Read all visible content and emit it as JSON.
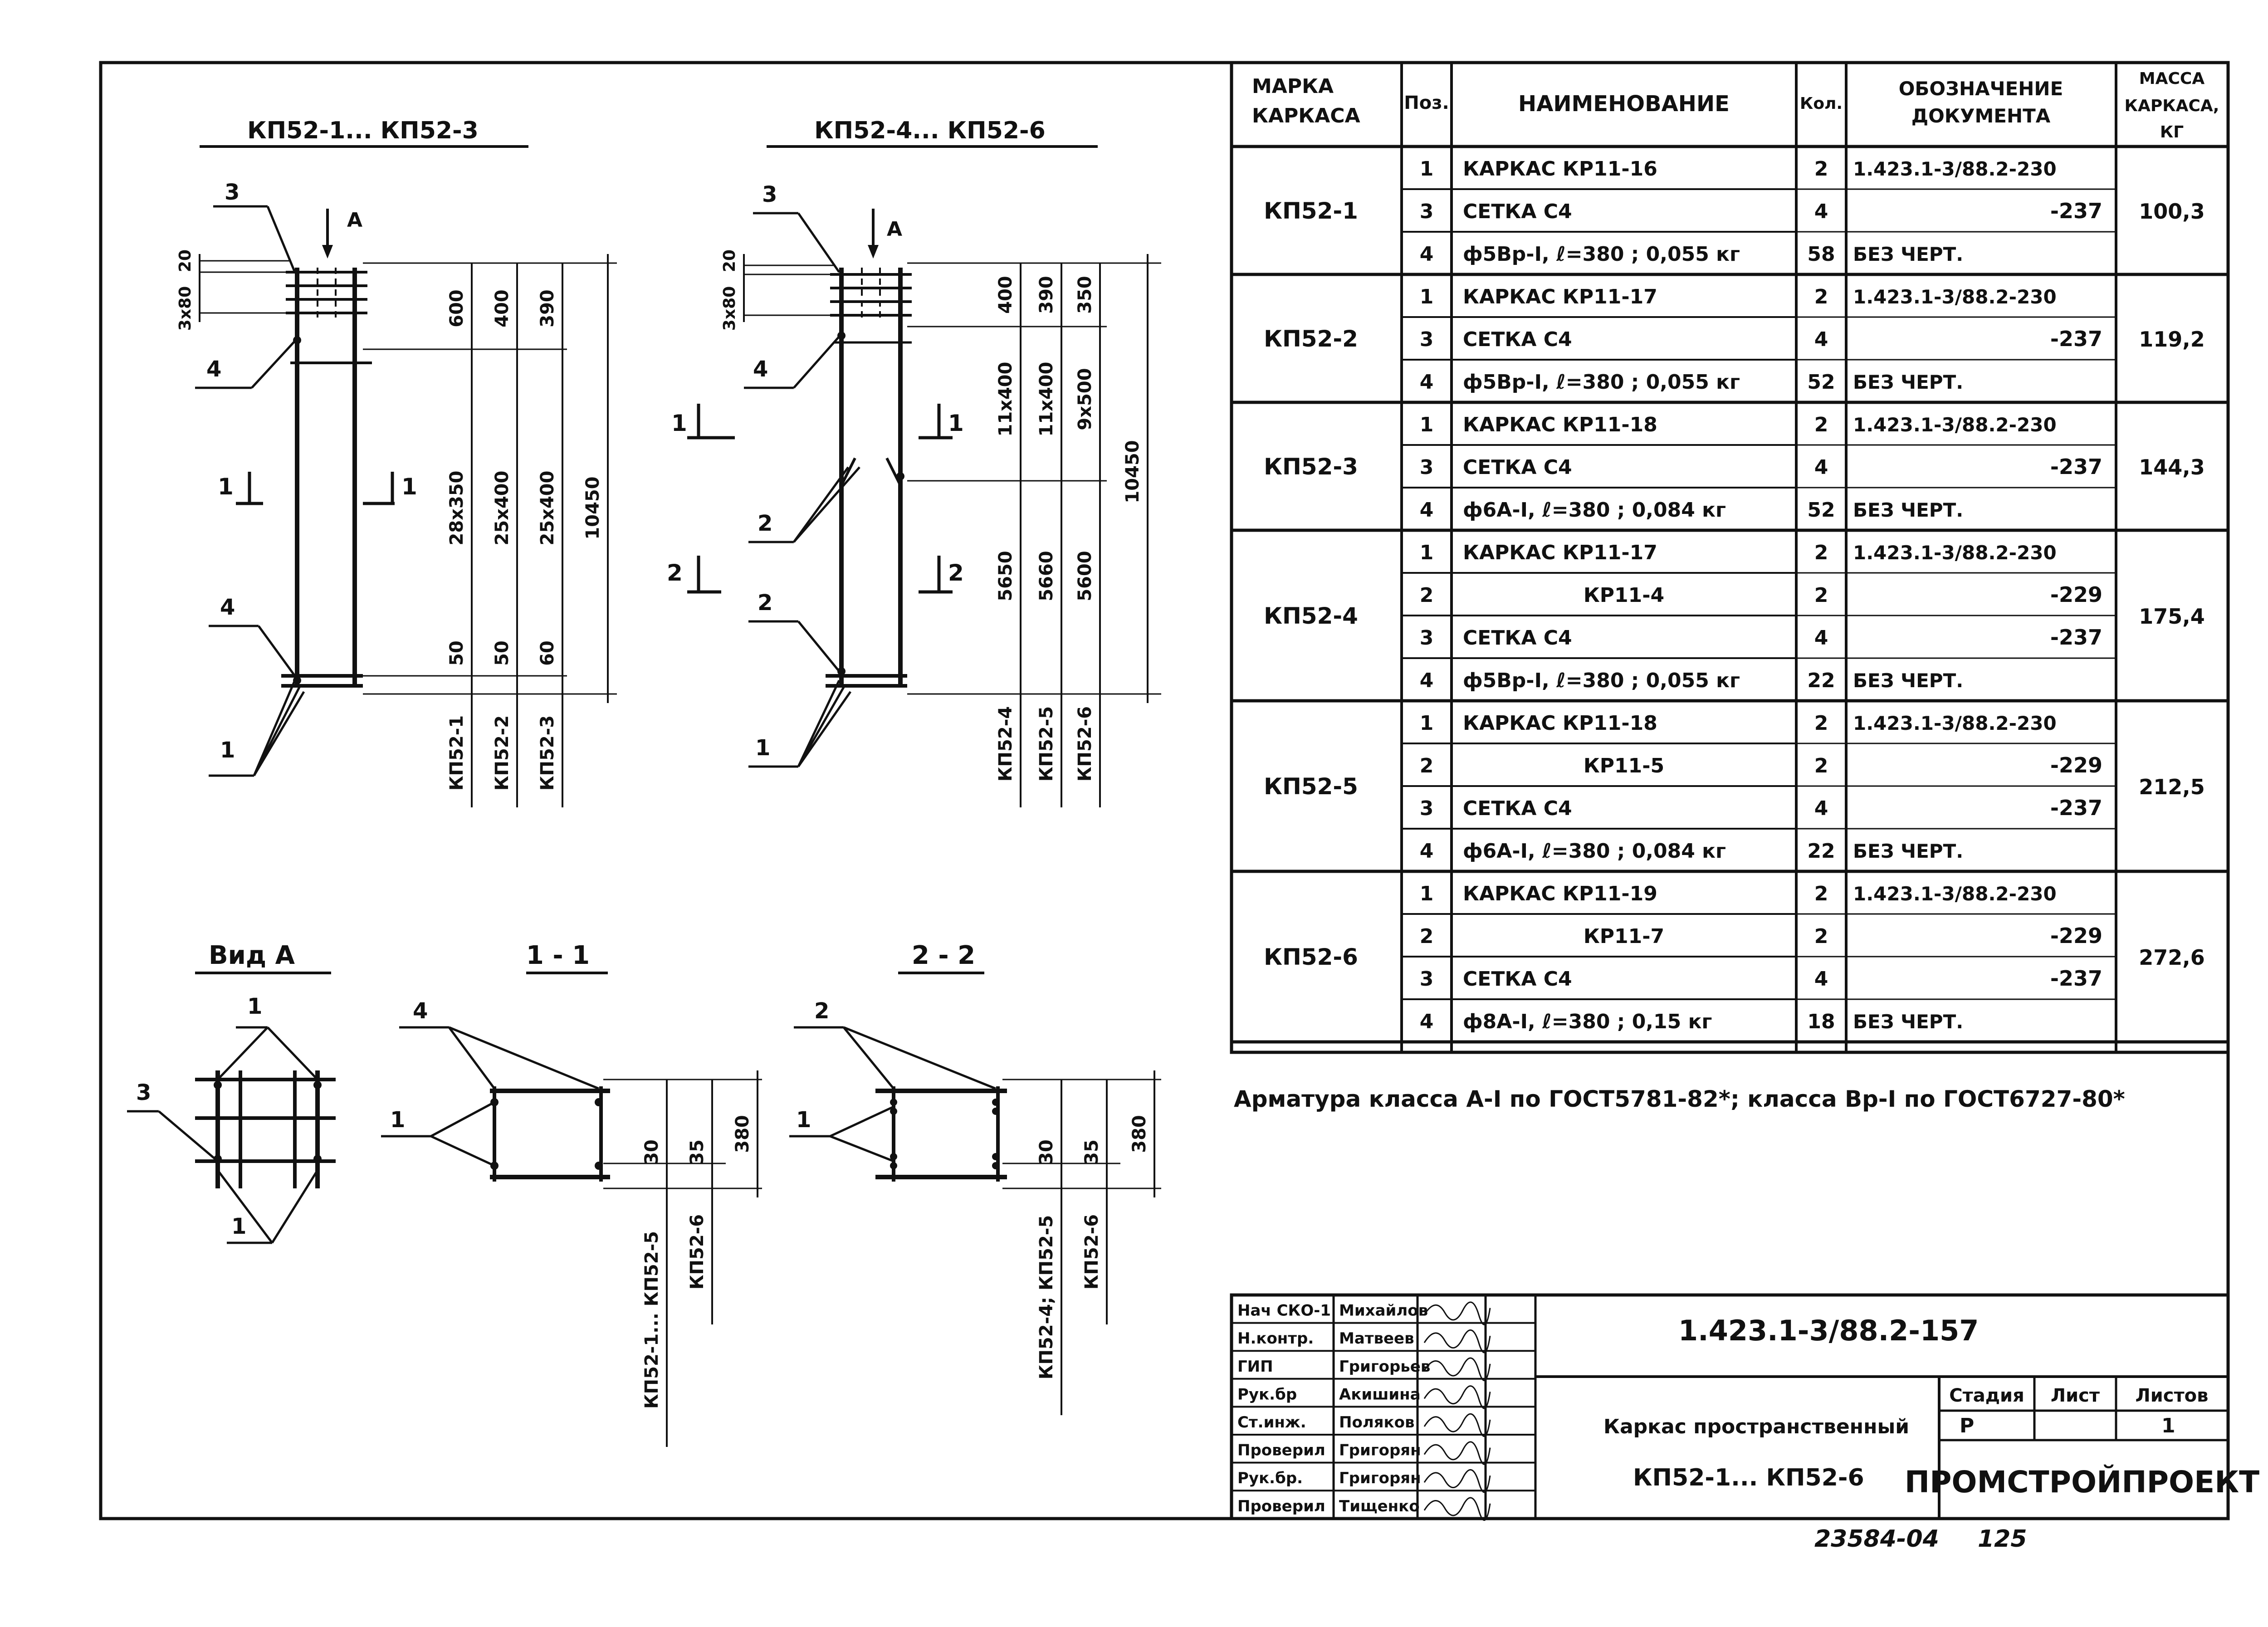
{
  "drawing_titles": {
    "left": "КП52-1... КП52-3",
    "middle": "КП52-4... КП52-6",
    "view_a": "Вид А",
    "section_1": "1 - 1",
    "section_2": "2 - 2"
  },
  "cage_left": {
    "top_dim_20": "20",
    "top_dim_3x80": "3х80",
    "callouts": [
      "3",
      "4",
      "4",
      "1"
    ],
    "arrow_a": "А",
    "section_marks": [
      "1",
      "1"
    ],
    "dims": {
      "col1": [
        "600",
        "28х350",
        "50"
      ],
      "col2": [
        "400",
        "25х400",
        "50"
      ],
      "col3": [
        "390",
        "25х400",
        "60"
      ],
      "total": "10450"
    },
    "marks": [
      "КП52-1",
      "КП52-2",
      "КП52-3"
    ]
  },
  "cage_middle": {
    "top_dim_20": "20",
    "top_dim_3x80": "3х80",
    "callouts": [
      "3",
      "4",
      "2",
      "2",
      "1"
    ],
    "arrow_a": "А",
    "section_marks": [
      "1",
      "1",
      "2",
      "2"
    ],
    "dims": {
      "col1": [
        "400",
        "11х400",
        "5650"
      ],
      "col2": [
        "390",
        "11х400",
        "5660"
      ],
      "col3": [
        "350",
        "9х500",
        "5600"
      ],
      "total": "10450"
    },
    "marks": [
      "КП52-4",
      "КП52-5",
      "КП52-6"
    ]
  },
  "view_a": {
    "callouts": [
      "1",
      "3",
      "1"
    ]
  },
  "section_1_1": {
    "callouts": [
      "4",
      "1"
    ],
    "dims": [
      "30",
      "35",
      "380"
    ],
    "marks": [
      "КП52-1... КП52-5",
      "КП52-6"
    ]
  },
  "section_2_2": {
    "callouts": [
      "2",
      "1"
    ],
    "dims": [
      "30",
      "35",
      "380"
    ],
    "marks": [
      "КП52-4; КП52-5",
      "КП52-6"
    ]
  },
  "spec_table": {
    "headers": {
      "mark": [
        "МАРКА",
        "КАРКАСА"
      ],
      "pos": "Поз.",
      "name": "НАИМЕНОВАНИЕ",
      "qty": "Кол.",
      "doc": [
        "ОБОЗНАЧЕНИЕ",
        "ДОКУМЕНТА"
      ],
      "mass": [
        "МАССА",
        "КАРКАСА,",
        "КГ"
      ]
    },
    "groups": [
      {
        "mark": "КП52-1",
        "mass": "100,3",
        "rows": [
          {
            "pos": "1",
            "name": "КАРКАС  КР11-16",
            "qty": "2",
            "doc": "1.423.1-3/88.2-230"
          },
          {
            "pos": "3",
            "name": "СЕТКА  С4",
            "qty": "4",
            "doc": "-237"
          },
          {
            "pos": "4",
            "name": "ф5Вр-I, ℓ=380 ; 0,055 кг",
            "qty": "58",
            "doc": "БЕЗ ЧЕРТ."
          }
        ]
      },
      {
        "mark": "КП52-2",
        "mass": "119,2",
        "rows": [
          {
            "pos": "1",
            "name": "КАРКАС  КР11-17",
            "qty": "2",
            "doc": "1.423.1-3/88.2-230"
          },
          {
            "pos": "3",
            "name": "СЕТКА  С4",
            "qty": "4",
            "doc": "-237"
          },
          {
            "pos": "4",
            "name": "ф5Вр-I, ℓ=380 ; 0,055 кг",
            "qty": "52",
            "doc": "БЕЗ ЧЕРТ."
          }
        ]
      },
      {
        "mark": "КП52-3",
        "mass": "144,3",
        "rows": [
          {
            "pos": "1",
            "name": "КАРКАС  КР11-18",
            "qty": "2",
            "doc": "1.423.1-3/88.2-230"
          },
          {
            "pos": "3",
            "name": "СЕТКА  С4",
            "qty": "4",
            "doc": "-237"
          },
          {
            "pos": "4",
            "name": "ф6А-I, ℓ=380 ; 0,084 кг",
            "qty": "52",
            "doc": "БЕЗ ЧЕРТ."
          }
        ]
      },
      {
        "mark": "КП52-4",
        "mass": "175,4",
        "rows": [
          {
            "pos": "1",
            "name": "КАРКАС  КР11-17",
            "qty": "2",
            "doc": "1.423.1-3/88.2-230"
          },
          {
            "pos": "2",
            "name": "КР11-4",
            "qty": "2",
            "doc": "-229"
          },
          {
            "pos": "3",
            "name": "СЕТКА  С4",
            "qty": "4",
            "doc": "-237"
          },
          {
            "pos": "4",
            "name": "ф5Вр-I, ℓ=380 ; 0,055 кг",
            "qty": "22",
            "doc": "БЕЗ ЧЕРТ."
          }
        ]
      },
      {
        "mark": "КП52-5",
        "mass": "212,5",
        "rows": [
          {
            "pos": "1",
            "name": "КАРКАС  КР11-18",
            "qty": "2",
            "doc": "1.423.1-3/88.2-230"
          },
          {
            "pos": "2",
            "name": "КР11-5",
            "qty": "2",
            "doc": "-229"
          },
          {
            "pos": "3",
            "name": "СЕТКА  С4",
            "qty": "4",
            "doc": "-237"
          },
          {
            "pos": "4",
            "name": "ф6А-I, ℓ=380 ; 0,084 кг",
            "qty": "22",
            "doc": "БЕЗ ЧЕРТ."
          }
        ]
      },
      {
        "mark": "КП52-6",
        "mass": "272,6",
        "rows": [
          {
            "pos": "1",
            "name": "КАРКАС  КР11-19",
            "qty": "2",
            "doc": "1.423.1-3/88.2-230"
          },
          {
            "pos": "2",
            "name": "КР11-7",
            "qty": "2",
            "doc": "-229"
          },
          {
            "pos": "3",
            "name": "СЕТКА  С4",
            "qty": "4",
            "doc": "-237"
          },
          {
            "pos": "4",
            "name": "ф8А-I, ℓ=380 ; 0,15 кг",
            "qty": "18",
            "doc": "БЕЗ ЧЕРТ."
          }
        ]
      }
    ]
  },
  "note": "Арматура класса А-I по ГОСТ5781-82*; класса Вр-I по ГОСТ6727-80*",
  "title_block": {
    "roles": [
      "Нач СКО-1",
      "Н.контр.",
      "ГИП",
      "Рук.бр",
      "Ст.инж.",
      "Проверил",
      "Рук.бр.",
      "Проверил"
    ],
    "names": [
      "Михайлов",
      "Матвеев",
      "Григорьев",
      "Акишина",
      "Поляков",
      "Григорян",
      "Григорян",
      "Тищенко"
    ],
    "code": "1.423.1-3/88.2-157",
    "title": [
      "Каркас пространственный",
      "КП52-1... КП52-6"
    ],
    "stage_label": "Стадия",
    "sheet_label": "Лист",
    "sheets_label": "Листов",
    "stage": "Р",
    "sheet": "",
    "sheets": "1",
    "org": "ПРОМСТРОЙПРОЕКТ"
  },
  "footer": {
    "archive": "23584-04",
    "page": "125"
  }
}
